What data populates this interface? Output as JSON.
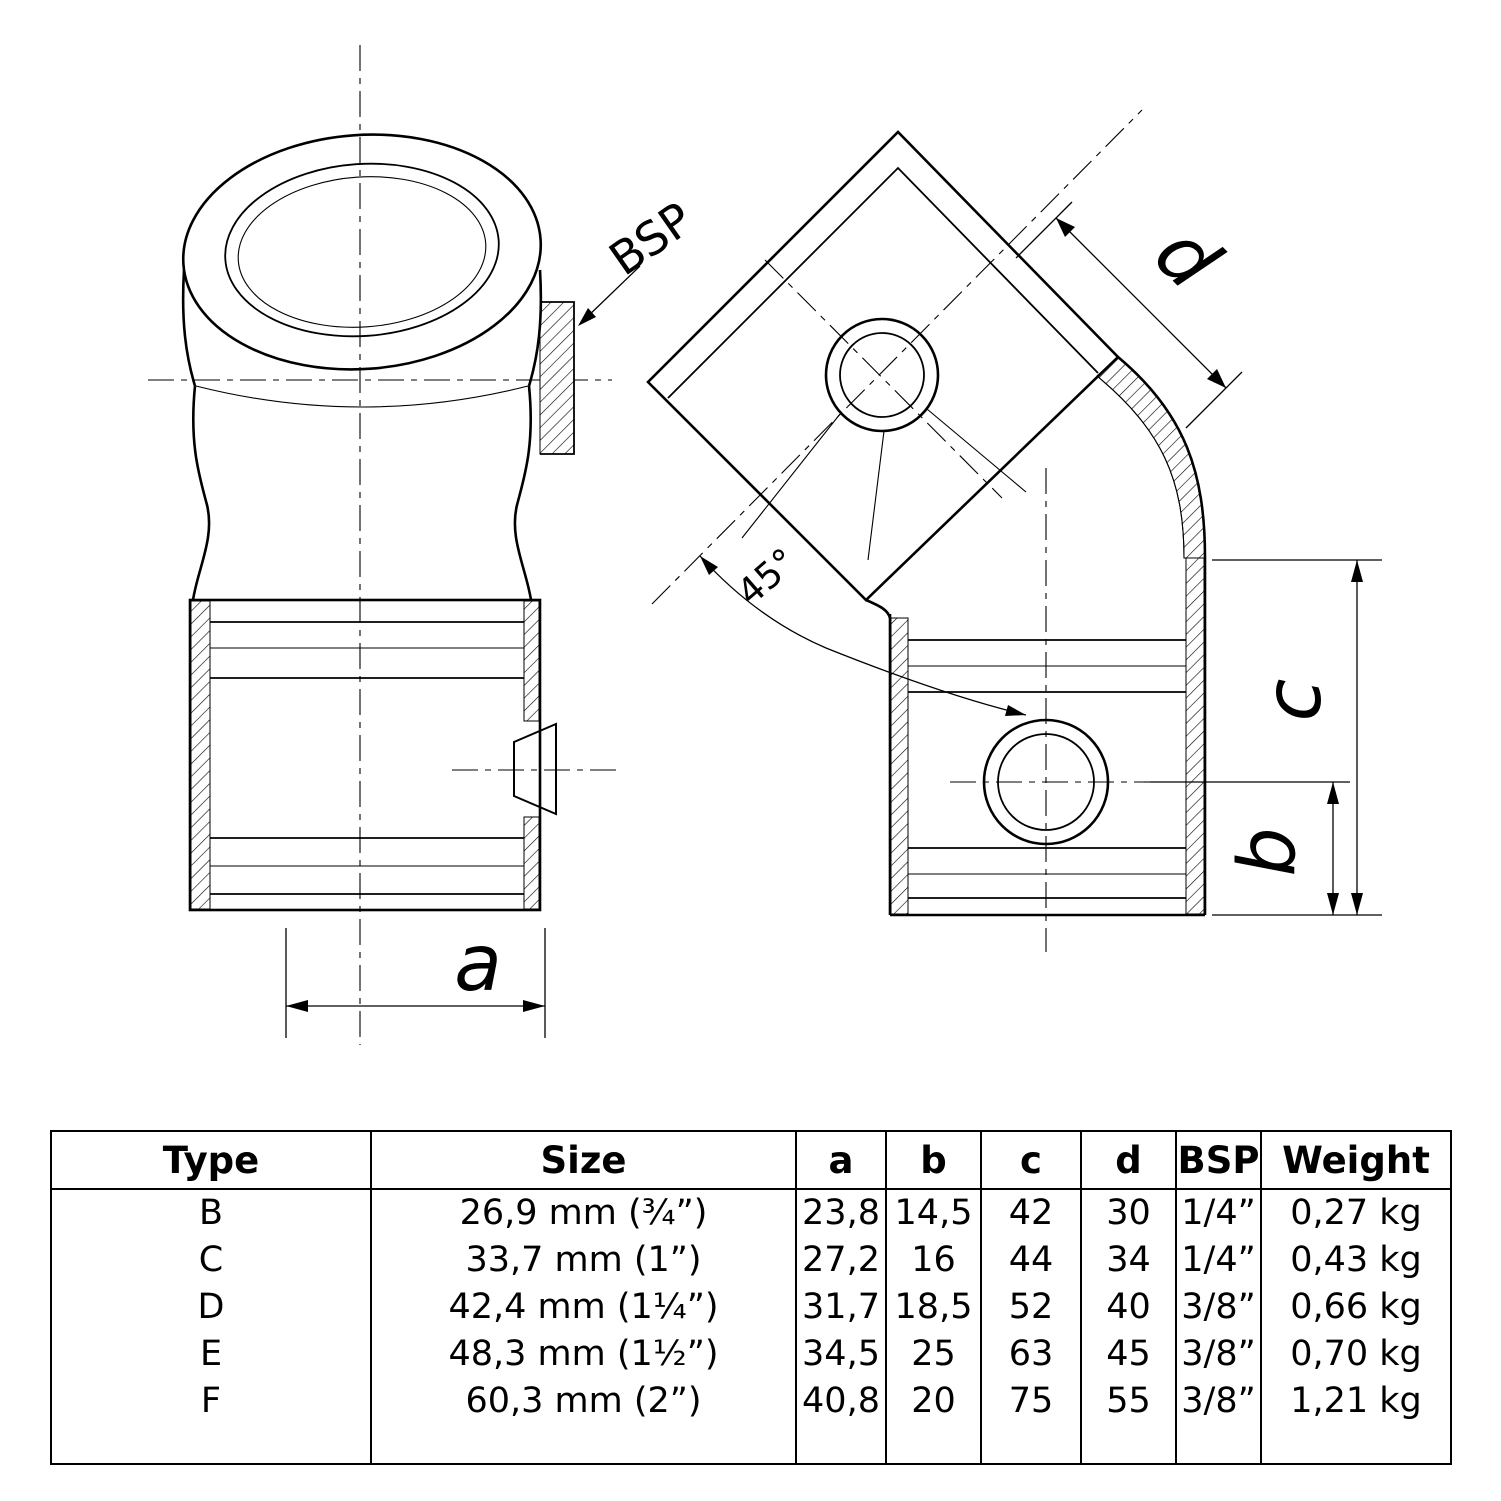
{
  "drawing": {
    "labels": {
      "bsp": "BSP",
      "dim_a": "a",
      "dim_b": "b",
      "dim_c": "c",
      "dim_d": "d",
      "angle": "45°"
    }
  },
  "table": {
    "headers": [
      "Type",
      "Size",
      "a",
      "b",
      "c",
      "d",
      "BSP",
      "Weight"
    ],
    "rows": [
      [
        "B",
        "26,9 mm (¾”)",
        "23,8",
        "14,5",
        "42",
        "30",
        "1/4”",
        "0,27 kg"
      ],
      [
        "C",
        "33,7 mm (1”)",
        "27,2",
        "16",
        "44",
        "34",
        "1/4”",
        "0,43 kg"
      ],
      [
        "D",
        "42,4 mm (1¼”)",
        "31,7",
        "18,5",
        "52",
        "40",
        "3/8”",
        "0,66 kg"
      ],
      [
        "E",
        "48,3 mm (1½”)",
        "34,5",
        "25",
        "63",
        "45",
        "3/8”",
        "0,70 kg"
      ],
      [
        "F",
        "60,3 mm (2”)",
        "40,8",
        "20",
        "75",
        "55",
        "3/8”",
        "1,21 kg"
      ]
    ]
  }
}
